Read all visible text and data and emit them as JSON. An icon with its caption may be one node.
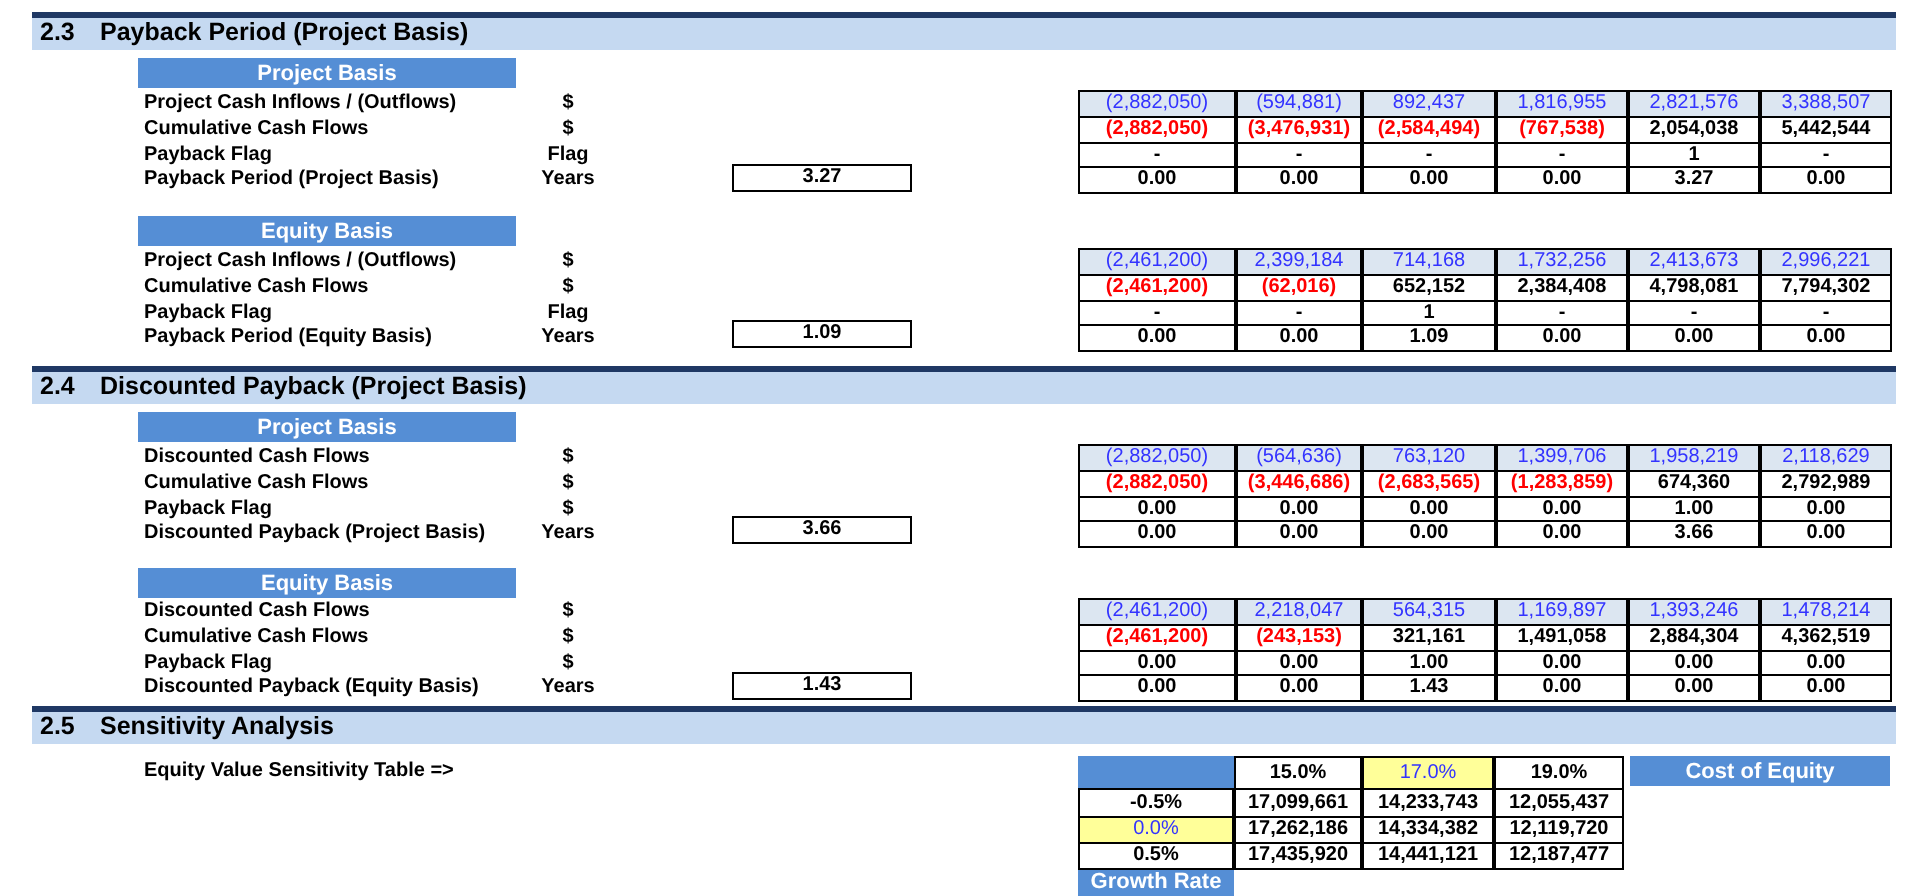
{
  "diagram": {
    "nodes": [
      {
        "text": [
          "2.3",
          "Payback Period (Project Basis)"
        ]
      },
      {
        "text": [
          "Project Basis"
        ]
      },
      {
        "text": [
          "3.27"
        ]
      },
      {
        "text": [
          "Equity Basis"
        ]
      },
      {
        "text": [
          "1.09"
        ]
      },
      {
        "text": [
          "2.4",
          "Discounted Payback (Project Basis)"
        ]
      },
      {
        "text": [
          "Project Basis"
        ]
      },
      {
        "text": [
          "3.66"
        ]
      },
      {
        "text": [
          "Equity Basis"
        ]
      },
      {
        "text": [
          "1.43"
        ]
      },
      {
        "text": [
          "2.5",
          "Sensitivity Analysis"
        ]
      },
      {
        "text": [
          "Cost of Equity"
        ]
      },
      {
        "text": [
          "Growth Rate"
        ]
      }
    ],
    "labels": [
      "Project Cash Inflows / (Outflows)",
      "$",
      "(2,882,050)",
      "(594,881)",
      "892,437",
      "1,816,955",
      "2,821,576",
      "3,388,507",
      "Cumulative Cash Flows",
      "$",
      "(2,882,050)",
      "(3,476,931)",
      "(2,584,494)",
      "(767,538)",
      "2,054,038",
      "5,442,544",
      "Payback Flag",
      "Flag",
      "-",
      "-",
      "-",
      "-",
      "1",
      "-",
      "Payback Period (Project Basis)",
      "Years",
      "0.00",
      "0.00",
      "0.00",
      "0.00",
      "3.27",
      "0.00",
      "Project Cash Inflows / (Outflows)",
      "$",
      "(2,461,200)",
      "2,399,184",
      "714,168",
      "1,732,256",
      "2,413,673",
      "2,996,221",
      "Cumulative Cash Flows",
      "$",
      "(2,461,200)",
      "(62,016)",
      "652,152",
      "2,384,408",
      "4,798,081",
      "7,794,302",
      "Payback Flag",
      "Flag",
      "-",
      "-",
      "1",
      "-",
      "-",
      "-",
      "Payback Period (Equity Basis)",
      "Years",
      "0.00",
      "0.00",
      "1.09",
      "0.00",
      "0.00",
      "0.00",
      "Discounted Cash Flows",
      "$",
      "(2,882,050)",
      "(564,636)",
      "763,120",
      "1,399,706",
      "1,958,219",
      "2,118,629",
      "Cumulative Cash Flows",
      "$",
      "(2,882,050)",
      "(3,446,686)",
      "(2,683,565)",
      "(1,283,859)",
      "674,360",
      "2,792,989",
      "Payback Flag",
      "$",
      "0.00",
      "0.00",
      "0.00",
      "0.00",
      "1.00",
      "0.00",
      "Discounted Payback (Project Basis)",
      "Years",
      "0.00",
      "0.00",
      "0.00",
      "0.00",
      "3.66",
      "0.00",
      "Discounted Cash Flows",
      "$",
      "(2,461,200)",
      "2,218,047",
      "564,315",
      "1,169,897",
      "1,393,246",
      "1,478,214",
      "Cumulative Cash Flows",
      "$",
      "(2,461,200)",
      "(243,153)",
      "321,161",
      "1,491,058",
      "2,884,304",
      "4,362,519",
      "Payback Flag",
      "$",
      "0.00",
      "0.00",
      "1.00",
      "0.00",
      "0.00",
      "0.00",
      "Discounted Payback (Equity Basis)",
      "Years",
      "0.00",
      "0.00",
      "1.43",
      "0.00",
      "0.00",
      "0.00",
      "Equity Value Sensitivity Table =>",
      "15.0%",
      "17.0%",
      "19.0%",
      "-0.5%",
      "17,099,661",
      "14,233,743",
      "12,055,437",
      "0.0%",
      "17,262,186",
      "14,334,382",
      "12,119,720",
      "0.5%",
      "17,435,920",
      "14,441,121",
      "12,187,477"
    ]
  }
}
